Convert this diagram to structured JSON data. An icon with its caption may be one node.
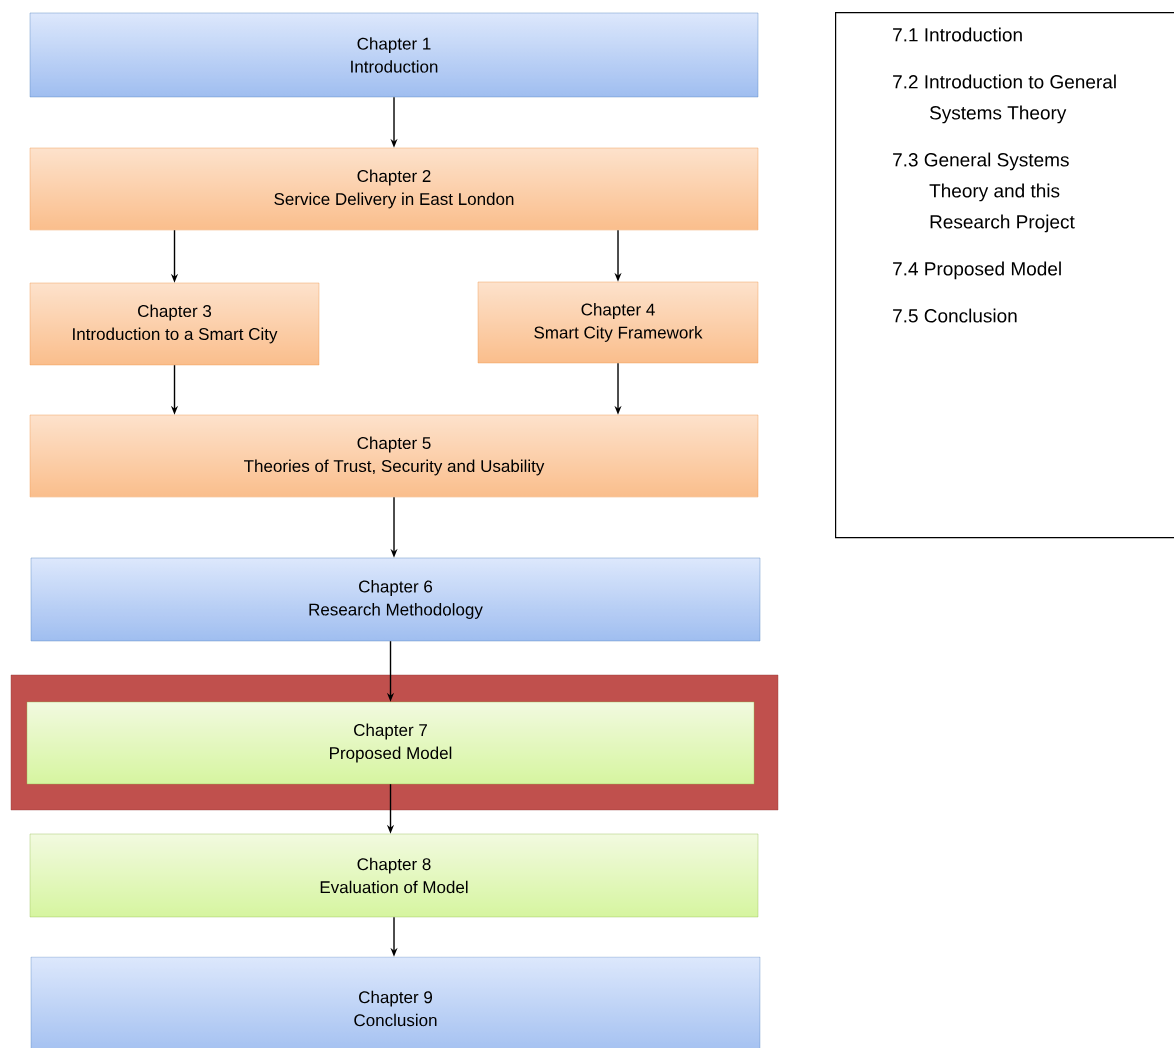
{
  "diagram": {
    "nodes": [
      {
        "text": [
          "Chapter 1",
          "Introduction"
        ]
      },
      {
        "text": [
          "Chapter 2",
          "Service Delivery in East London"
        ]
      },
      {
        "text": [
          "Chapter 3",
          "Introduction to a Smart City"
        ]
      },
      {
        "text": [
          "Chapter 4",
          "Smart City Framework"
        ]
      },
      {
        "text": [
          "Chapter 5",
          "Theories of Trust, Security and Usability"
        ]
      },
      {
        "text": [
          "Chapter 6",
          "Research Methodology"
        ]
      },
      {
        "text": [],
        "shape": "box"
      },
      {
        "text": [
          "Chapter 7",
          "Proposed Model"
        ],
        "in": 6
      },
      {
        "text": [
          "Chapter 8",
          "Evaluation of Model"
        ]
      },
      {
        "text": [
          "Chapter 9",
          "Conclusion"
        ]
      },
      {
        "text": [
          "7.1 Introduction",
          "7.2 Introduction to General Systems Theory",
          "7.3 General Systems Theory and this Research Project",
          "7.4 Proposed Model",
          "7.5 Conclusion"
        ]
      }
    ],
    "edges": [
      {
        "from": 0,
        "to": 1,
        "arrow": "to"
      },
      {
        "from": 1,
        "to": 2,
        "arrow": "to"
      },
      {
        "from": 1,
        "to": 3,
        "arrow": "to"
      },
      {
        "from": 2,
        "to": 4,
        "arrow": "to"
      },
      {
        "from": 3,
        "to": 4,
        "arrow": "to"
      },
      {
        "from": 4,
        "to": 5,
        "arrow": "to"
      },
      {
        "from": 5,
        "to": 7,
        "arrow": "to"
      },
      {
        "from": 7,
        "to": 8,
        "arrow": "to"
      },
      {
        "from": 8,
        "to": 9,
        "arrow": "to"
      }
    ]
  }
}
